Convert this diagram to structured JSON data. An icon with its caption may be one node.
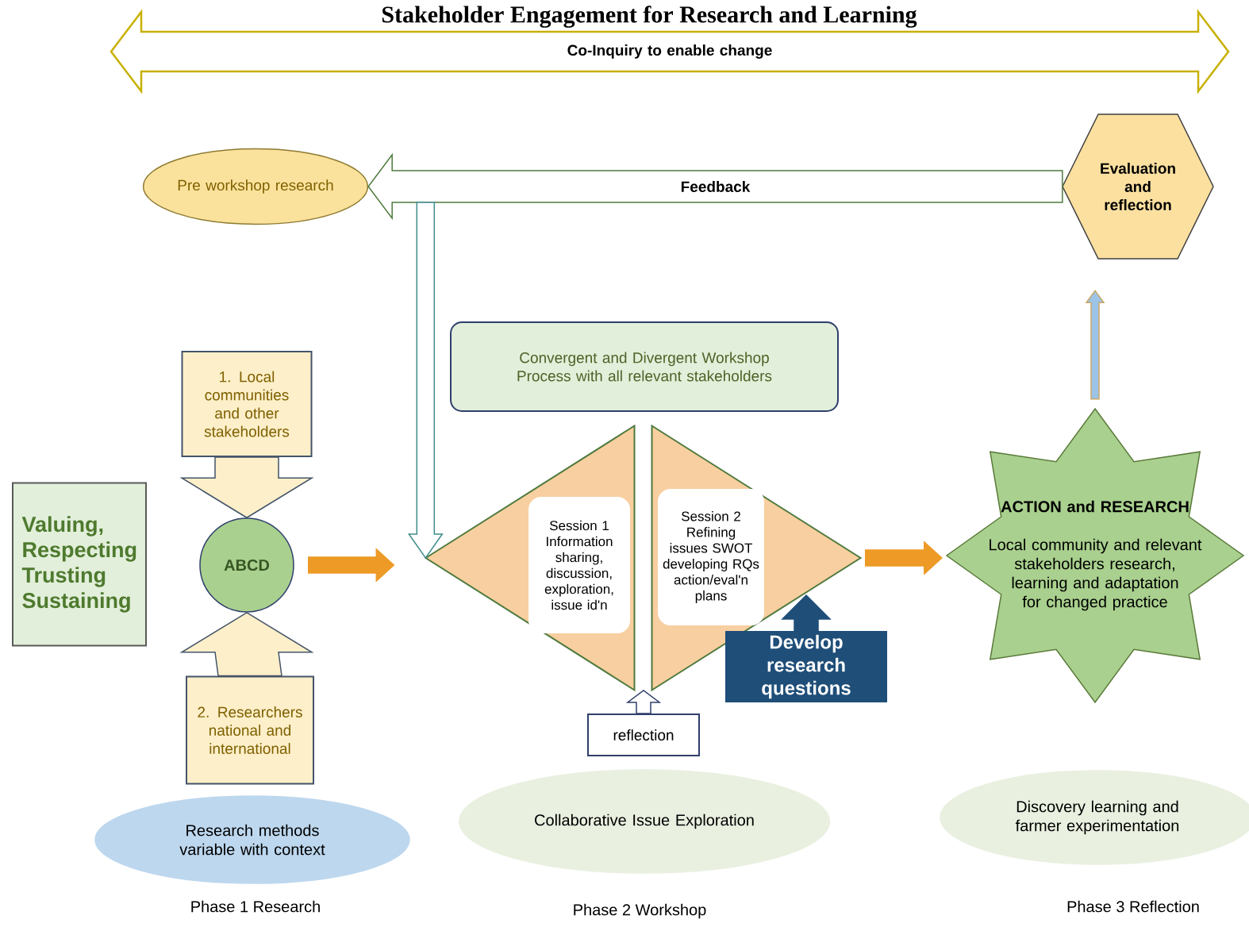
{
  "diagram": {
    "title": "Stakeholder Engagement for Research and Learning",
    "nodes": [
      {
        "text": [
          "Co-Inquiry to enable change"
        ]
      },
      {
        "text": [
          "Pre workshop research"
        ]
      },
      {
        "text": [
          "Evaluation and reflection"
        ]
      },
      {
        "text": [
          "1. Local communities and other stakeholders"
        ]
      },
      {
        "text": [
          "ABCD"
        ]
      },
      {
        "text": [
          "2. Researchers national and international"
        ]
      },
      {
        "text": [
          "Valuing, Respecting Trusting Sustaining"
        ]
      },
      {
        "text": [
          "Convergent and Divergent Workshop Process with all relevant stakeholders"
        ]
      },
      {
        "text": [],
        "shape": "triangle"
      },
      {
        "text": [
          "Session 1 Information sharing, discussion, exploration, issue id'n"
        ],
        "in": 8
      },
      {
        "text": [],
        "shape": "triangle"
      },
      {
        "text": [
          "Session 2 Refining issues SWOT developing RQs action/eval'n plans"
        ],
        "in": 10
      },
      {
        "text": [
          "reflection"
        ]
      },
      {
        "text": [
          "Develop research questions"
        ]
      },
      {
        "text": [
          "ACTION and RESEARCH",
          "Local community and relevant stakeholders research, learning and adaptation for changed practice"
        ]
      },
      {
        "text": [
          "Research methods variable with context"
        ],
        "beside": [
          "Phase 1 Research"
        ]
      },
      {
        "text": [
          "Collaborative Issue Exploration"
        ],
        "beside": [
          "Phase 2 Workshop"
        ]
      },
      {
        "text": [
          "Discovery learning and farmer experimentation"
        ],
        "beside": [
          "Phase 3 Reflection"
        ]
      }
    ],
    "edges": [
      {
        "from": 2,
        "to": 1,
        "arrow": "to",
        "label": "Feedback"
      },
      {
        "from": 1,
        "to": 8,
        "arrow": "to"
      },
      {
        "from": 3,
        "to": 4,
        "arrow": "to",
        "color": "#fdefc9"
      },
      {
        "from": 5,
        "to": 4,
        "arrow": "to",
        "color": "#fdefc9"
      },
      {
        "from": 4,
        "to": 8,
        "arrow": "to",
        "color": "#ed9a26"
      },
      {
        "from": 10,
        "to": 14,
        "arrow": "to",
        "color": "#ed9a26"
      },
      {
        "from": 14,
        "to": 2,
        "arrow": "to",
        "color": "#9dc3e6"
      },
      {
        "from": 13,
        "to": 10,
        "arrow": "to",
        "color": "#1f4e79"
      },
      {
        "from": 12,
        "to": null,
        "arrow": "to"
      }
    ]
  }
}
